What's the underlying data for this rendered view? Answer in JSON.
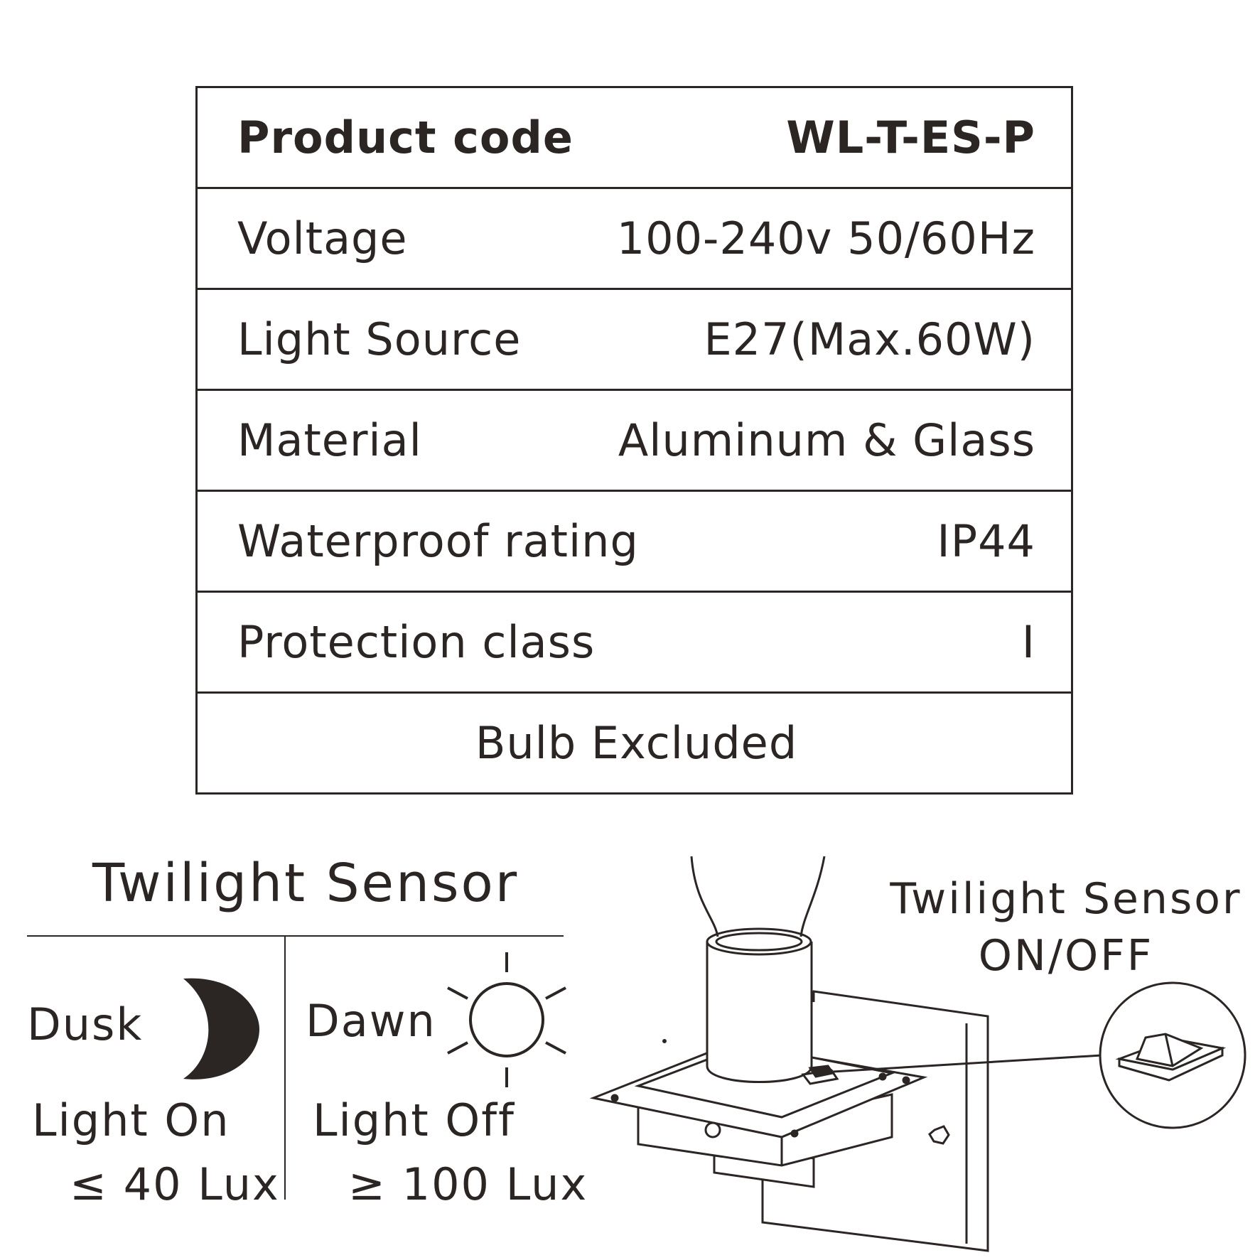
{
  "specs": {
    "product_code_label": "Product code",
    "product_code_value": "WL-T-ES-P",
    "voltage_label": "Voltage",
    "voltage_value": "100-240v 50/60Hz",
    "light_source_label": "Light Source",
    "light_source_value": "E27(Max.60W)",
    "material_label": "Material",
    "material_value": "Aluminum & Glass",
    "waterproof_label": "Waterproof rating",
    "waterproof_value": "IP44",
    "protection_label": "Protection class",
    "protection_value": "I",
    "bulb_note": "Bulb Excluded"
  },
  "twilight": {
    "title": "Twilight Sensor",
    "dusk_label": "Dusk",
    "dusk_action": "Light On",
    "dusk_threshold": "≤ 40 Lux",
    "dawn_label": "Dawn",
    "dawn_action": "Light Off",
    "dawn_threshold": "≥ 100 Lux"
  },
  "switch_caption": {
    "line1": "Twilight Sensor",
    "line2": "ON/OFF"
  },
  "icons": {
    "dusk": "moon-icon",
    "dawn": "sun-icon",
    "switch": "rocker-switch-icon"
  },
  "colors": {
    "ink": "#2b2523",
    "background": "#ffffff"
  }
}
